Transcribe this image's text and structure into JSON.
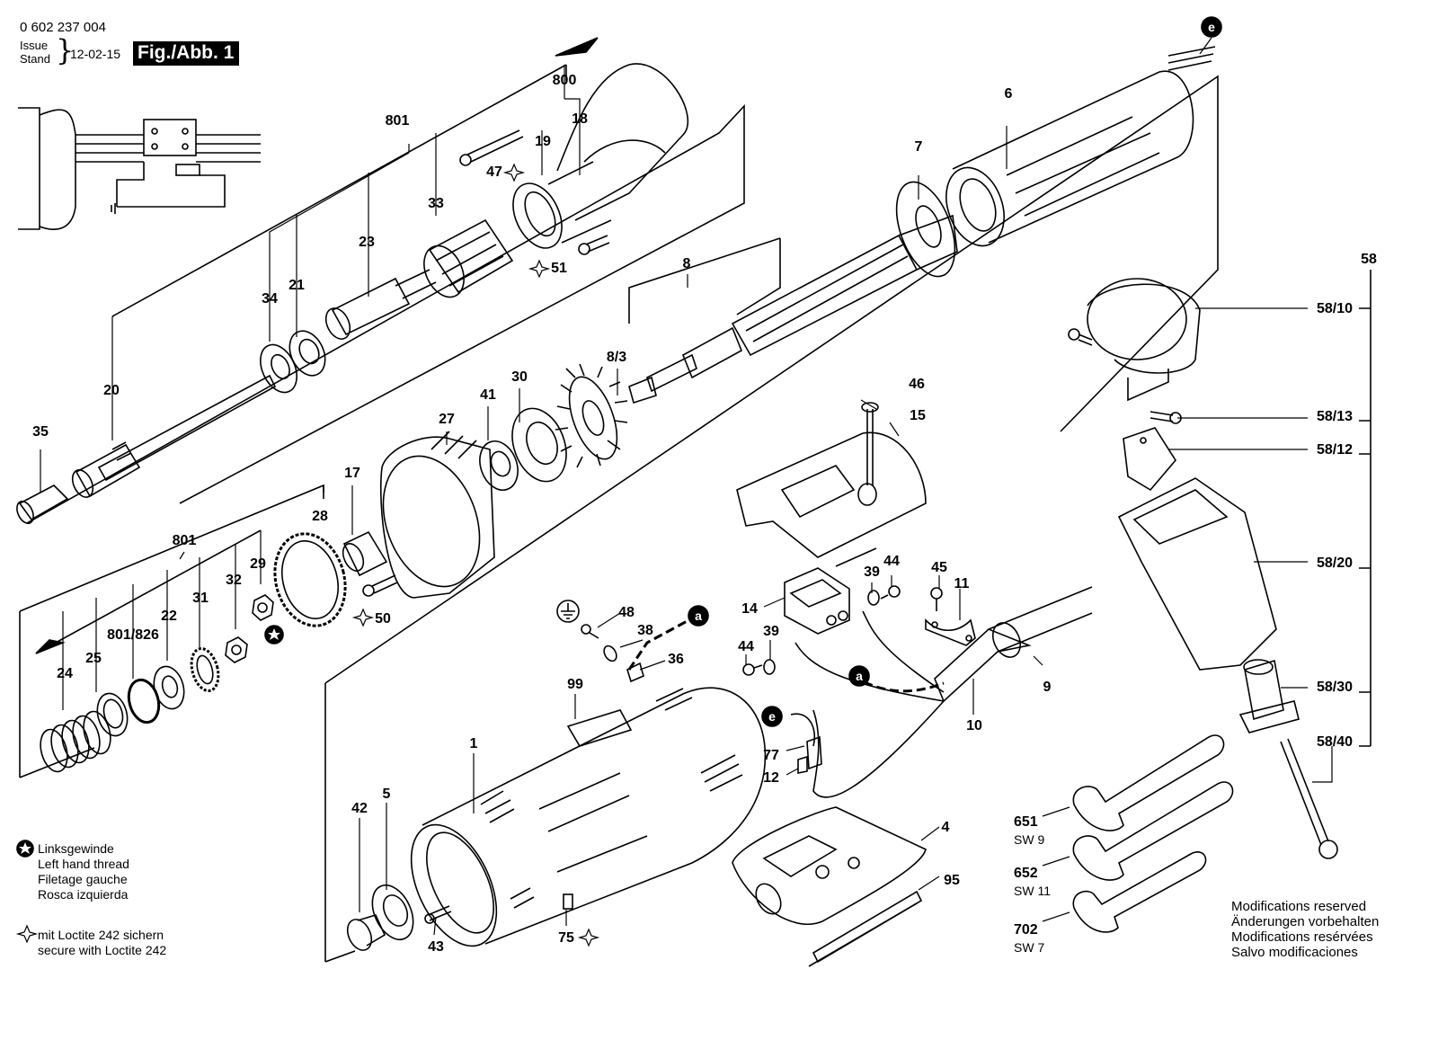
{
  "header": {
    "doc_number": "0 602 237 004",
    "issue_label_line1": "Issue",
    "issue_label_line2": "Stand",
    "issue_date": "12-02-15",
    "figure_label": "Fig./Abb. 1"
  },
  "callouts": [
    {
      "id": "801-top",
      "text": "801"
    },
    {
      "id": "800",
      "text": "800"
    },
    {
      "id": "18",
      "text": "18"
    },
    {
      "id": "19",
      "text": "19"
    },
    {
      "id": "33",
      "text": "33"
    },
    {
      "id": "23",
      "text": "23"
    },
    {
      "id": "47",
      "text": "47"
    },
    {
      "id": "51",
      "text": "51"
    },
    {
      "id": "34",
      "text": "34"
    },
    {
      "id": "21",
      "text": "21"
    },
    {
      "id": "20",
      "text": "20"
    },
    {
      "id": "35",
      "text": "35"
    },
    {
      "id": "6",
      "text": "6"
    },
    {
      "id": "7",
      "text": "7"
    },
    {
      "id": "8",
      "text": "8"
    },
    {
      "id": "8/3",
      "text": "8/3"
    },
    {
      "id": "30",
      "text": "30"
    },
    {
      "id": "41",
      "text": "41"
    },
    {
      "id": "27",
      "text": "27"
    },
    {
      "id": "17",
      "text": "17"
    },
    {
      "id": "28",
      "text": "28"
    },
    {
      "id": "801-mid",
      "text": "801"
    },
    {
      "id": "29",
      "text": "29"
    },
    {
      "id": "32",
      "text": "32"
    },
    {
      "id": "31",
      "text": "31"
    },
    {
      "id": "22",
      "text": "22"
    },
    {
      "id": "801/826",
      "text": "801/826"
    },
    {
      "id": "25",
      "text": "25"
    },
    {
      "id": "24",
      "text": "24"
    },
    {
      "id": "50",
      "text": "50"
    },
    {
      "id": "46",
      "text": "46"
    },
    {
      "id": "15",
      "text": "15"
    },
    {
      "id": "14",
      "text": "14"
    },
    {
      "id": "39a",
      "text": "39"
    },
    {
      "id": "44a",
      "text": "44"
    },
    {
      "id": "45",
      "text": "45"
    },
    {
      "id": "11",
      "text": "11"
    },
    {
      "id": "39b",
      "text": "39"
    },
    {
      "id": "44b",
      "text": "44"
    },
    {
      "id": "48",
      "text": "48"
    },
    {
      "id": "38",
      "text": "38"
    },
    {
      "id": "36",
      "text": "36"
    },
    {
      "id": "99",
      "text": "99"
    },
    {
      "id": "1",
      "text": "1"
    },
    {
      "id": "9",
      "text": "9"
    },
    {
      "id": "10",
      "text": "10"
    },
    {
      "id": "77",
      "text": "77"
    },
    {
      "id": "12",
      "text": "12"
    },
    {
      "id": "4",
      "text": "4"
    },
    {
      "id": "95",
      "text": "95"
    },
    {
      "id": "42",
      "text": "42"
    },
    {
      "id": "5",
      "text": "5"
    },
    {
      "id": "43",
      "text": "43"
    },
    {
      "id": "75",
      "text": "75"
    },
    {
      "id": "58",
      "text": "58"
    },
    {
      "id": "58/10",
      "text": "58/10"
    },
    {
      "id": "58/13",
      "text": "58/13"
    },
    {
      "id": "58/12",
      "text": "58/12"
    },
    {
      "id": "58/20",
      "text": "58/20"
    },
    {
      "id": "58/30",
      "text": "58/30"
    },
    {
      "id": "58/40",
      "text": "58/40"
    },
    {
      "id": "651",
      "text": "651"
    },
    {
      "id": "652",
      "text": "652"
    },
    {
      "id": "702",
      "text": "702"
    }
  ],
  "wrench_sizes": {
    "651": "SW 9",
    "652": "SW 11",
    "702": "SW 7"
  },
  "connector_markers": {
    "a": "a",
    "e": "e"
  },
  "legend": {
    "left_hand_thread": [
      "Linksgewinde",
      "Left hand thread",
      "Filetage gauche",
      "Rosca izquierda"
    ],
    "loctite": [
      "mit Loctite 242 sichern",
      "secure with Loctite 242"
    ]
  },
  "modifications": [
    "Modifications reserved",
    "Änderungen vorbehalten",
    "Modifications resérvées",
    "Salvo modificaciones"
  ]
}
